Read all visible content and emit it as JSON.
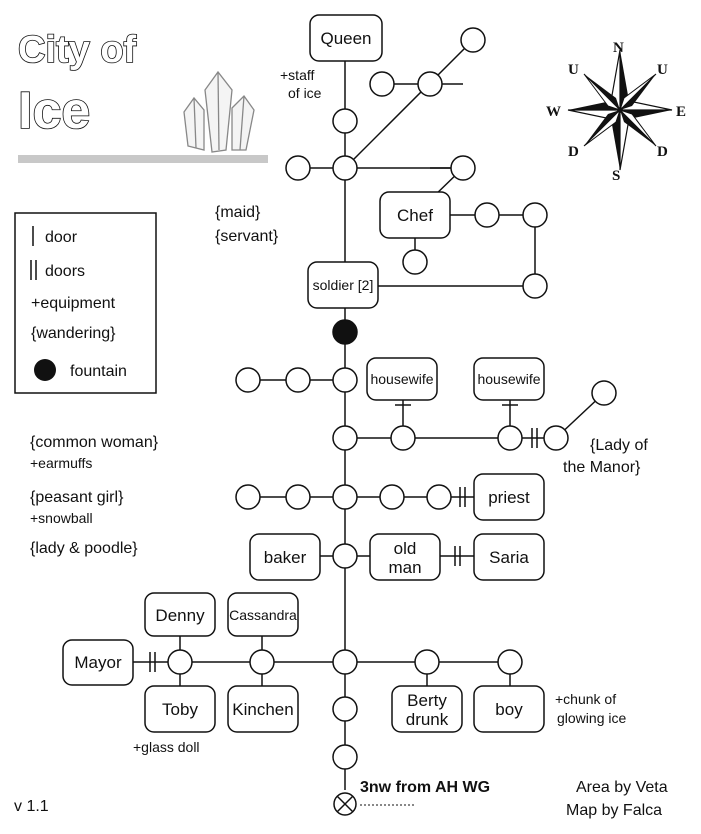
{
  "title": {
    "line1": "City of",
    "line2": "Ice"
  },
  "version": "v 1.1",
  "credits": {
    "area": "Area by Veta",
    "map": "Map by Falca"
  },
  "entrance": "3nw from AH WG",
  "compass": {
    "n": "N",
    "s": "S",
    "e": "E",
    "w": "W",
    "u1": "U",
    "u2": "U",
    "d1": "D",
    "d2": "D"
  },
  "legend": {
    "door": "door",
    "doors": "doors",
    "equipment": "+equipment",
    "wandering": "{wandering}",
    "fountain": "fountain"
  },
  "npcs": {
    "queen": "Queen",
    "chef": "Chef",
    "soldier": "soldier [2]",
    "housewife1": "housewife",
    "housewife2": "housewife",
    "priest": "priest",
    "baker": "baker",
    "old_man_1": "old",
    "old_man_2": "man",
    "saria": "Saria",
    "denny": "Denny",
    "cassandra": "Cassandra",
    "mayor": "Mayor",
    "toby": "Toby",
    "kinchen": "Kinchen",
    "berty_1": "Berty",
    "berty_2": "drunk",
    "boy": "boy"
  },
  "notes": {
    "staff_1": "+staff",
    "staff_2": "of ice",
    "maid": "{maid}",
    "servant": "{servant}",
    "lady_1": "{Lady of",
    "lady_2": "the Manor}",
    "common_woman": "{common woman}",
    "earmuffs": "+earmuffs",
    "peasant_girl": "{peasant girl}",
    "snowball": "+snowball",
    "lady_poodle": "{lady & poodle}",
    "glass_doll": "+glass doll",
    "chunk_1": "+chunk of",
    "chunk_2": "glowing ice"
  }
}
